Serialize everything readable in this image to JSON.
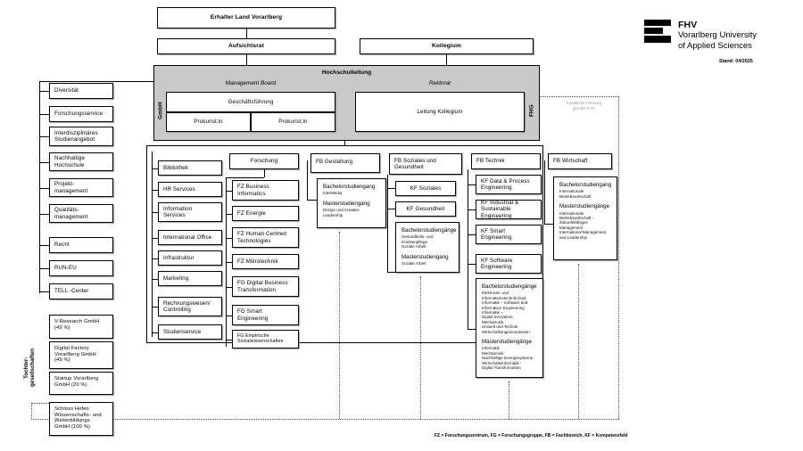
{
  "logo": {
    "brand": "FHV",
    "line1": "Vorarlberg University",
    "line2": "of Applied Sciences",
    "stand": "Stand: 04/2025"
  },
  "top": {
    "erhalter": "Erhalter Land Vorarlberg",
    "aufsichtsrat": "Aufsichtsrat",
    "kollegium": "Kollegium"
  },
  "leadership": {
    "title": "Hochschulleitung",
    "gmbh_label": "GmbH",
    "fhg_label": "FHG",
    "management_board": "Management Board",
    "rektorat": "Rektorat",
    "geschaeftsfuehrung": "Geschäftsführung",
    "prokurist_1": "Prokurist:in",
    "prokurist_2": "Prokurist:in",
    "leitung_kollegium": "Leitung Kollegium",
    "note": "Inhaltliche Führung\ngemäß FHG"
  },
  "staff_column": {
    "items": [
      "Diversität",
      "Forschungsservice",
      "Interdisziplinäres\nStudienangebot",
      "Nachhaltige\nHochschule",
      "Projekt-\nmanagement",
      "Qualitäts-\nmanagement",
      "Recht",
      "RUN-EU",
      "TELL -Center"
    ]
  },
  "subsidiaries": {
    "label": "Tochter-\ngesellschaften",
    "items": [
      "V-Research GmbH\n(49 %)",
      "Digital Factory\nVorarlberg GmbH\n(49 %)",
      "Startup Vorarlberg\nGmbH (20 %)",
      "Schloss Hofen\nWissenschafts- und\nWeiterbildungs\nGmbH (100 %)"
    ]
  },
  "services_column": {
    "items": [
      "Bibliothek",
      "HR Services",
      "Information\nServices",
      "International Office",
      "Infrastruktur",
      "Marketing",
      "Rechnungswesen/\nControlling",
      "Studienservice"
    ]
  },
  "research_column": {
    "header": "Forschung",
    "items": [
      "FZ Business\nInformatics",
      "FZ Energie",
      "FZ Human Centred\nTechnologies",
      "FZ Mikrotechnik",
      "FG Digital Business\nTransformation",
      "FG Smart\nEngineering",
      "FG Empirische\nSozialwissenschaften"
    ]
  },
  "departments": {
    "gestaltung": {
      "header": "FB Gestaltung",
      "programs": [
        {
          "title": "Bachelorstudiengang",
          "detail": "InterMedia"
        },
        {
          "title": "Masterstudiengang",
          "detail": "Design und Creative\nLeadership"
        }
      ]
    },
    "soziales": {
      "header": "FB Soziales und\nGesundheit",
      "fields": [
        "KF Soziales",
        "KF Gesundheit"
      ],
      "programs": [
        {
          "title": "Bachelorstudiengänge",
          "detail": "Gesundheits- und\nKrankenpflege\nSoziale Arbeit"
        },
        {
          "title": "Masterstudiengang",
          "detail": "Soziale Arbeit"
        }
      ]
    },
    "technik": {
      "header": "FB Technik",
      "fields": [
        "KF Data & Process\nEngineering",
        "KF Industrial &\nSustainable Engineering",
        "KF Smart\nEngineering",
        "KF Software\nEngineering"
      ],
      "programs": [
        {
          "title": "Bachelorstudiengänge",
          "detail": "Elektronik- und\nInformationstechnik Dual\nInformatik – Software and\nInformation Engineering\nInformatik –\nDigital Innovation\nMechatronik\nUmwelt und Technik\nWirtschaftsingenieurwesen"
        },
        {
          "title": "Masterstudiengänge",
          "detail": "Informatik\nMechatronik\nNachhaltige Energiesysteme\nWirtschaftsinformatik -\nDigital Transformation"
        }
      ]
    },
    "wirtschaft": {
      "header": "FB Wirtschaft",
      "programs": [
        {
          "title": "Bachelorstudiengang",
          "detail": "Internationale\nBetriebswirtschaft"
        },
        {
          "title": "Masterstudiengänge",
          "detail": "Internationale\nBetriebswirtschaft -\nZukunftsfähiges\nManagement\nInternational Management\nand Leadership"
        }
      ]
    }
  },
  "footer": {
    "legend": "FZ = Forschungszentrum,  FG = Forschungsgruppe, FB = Fachbereich, KF = Kompetenzfeld"
  },
  "colors": {
    "panel_grey": "#c9c9c9",
    "line": "#000000",
    "note_grey": "#9a9a9a"
  }
}
